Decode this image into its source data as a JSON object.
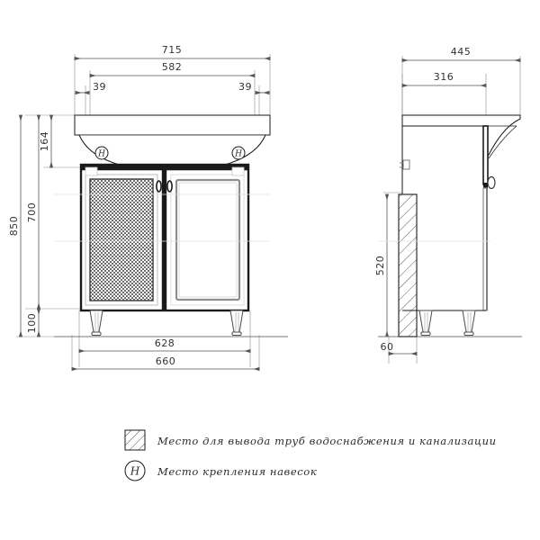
{
  "drawing": {
    "title": "Bathroom vanity cabinet with washbasin — dimensioned orthographic drawing",
    "units": "mm",
    "line_color": "#1a1a1a",
    "dim_color": "#555555",
    "hatch_color": "#555555",
    "background": "#ffffff"
  },
  "front_view": {
    "name": "front-elevation",
    "dimensions": {
      "basin_width": "715",
      "basin_inner_width": "582",
      "offset_left": "39",
      "offset_right": "39",
      "total_height": "850",
      "basin_height": "164",
      "cabinet_height": "700",
      "leg_height": "100",
      "cabinet_body_width": "628",
      "cabinet_outer_width": "660"
    },
    "features": {
      "left_door": "mesh-panel-door",
      "right_door": "framed-panel-door",
      "handle_count": "2",
      "mount_marks": "2",
      "legs": "2"
    }
  },
  "side_view": {
    "name": "side-elevation",
    "dimensions": {
      "basin_depth": "445",
      "cabinet_depth": "316",
      "pipe_zone_height": "520",
      "pipe_zone_width": "60"
    }
  },
  "legend": {
    "items": [
      {
        "symbol": "hatched-square",
        "text": "Место для вывода труб водоснабжения и канализации"
      },
      {
        "symbol": "circled-H",
        "symbol_letter": "H",
        "text": "Место крепления навесок"
      }
    ]
  }
}
